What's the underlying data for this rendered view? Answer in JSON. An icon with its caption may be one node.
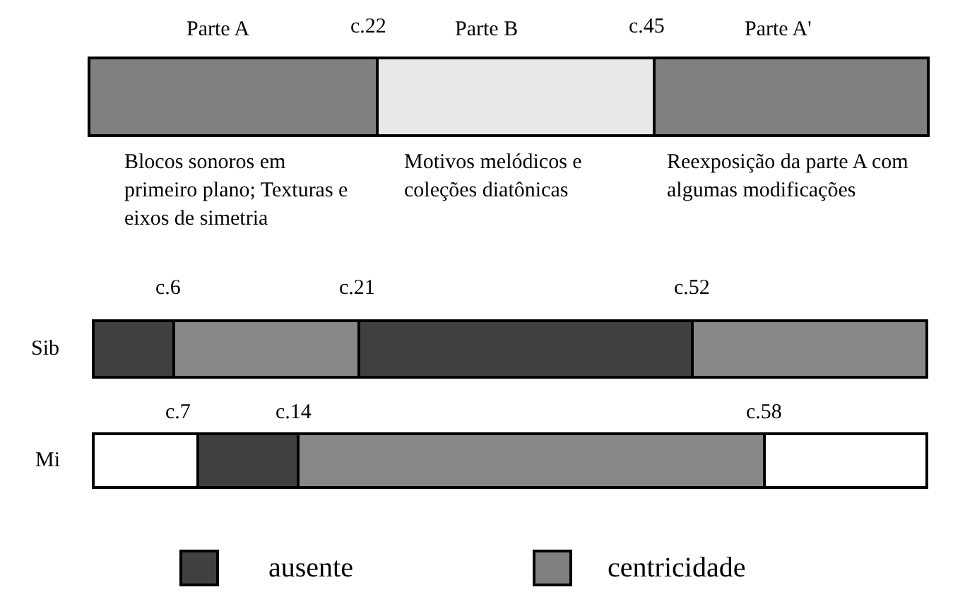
{
  "diagram": {
    "nodes": [
      {
        "text": [
          "Parte A"
        ],
        "beside": [
          "Blocos sonoros em primeiro plano; Texturas e eixos de simetria"
        ]
      },
      {
        "text": [
          "Parte B"
        ],
        "beside": [
          "Motivos melódicos e coleções diatônicas"
        ]
      },
      {
        "text": [
          "Parte A'"
        ],
        "beside": [
          "Reexposição da parte A com algumas modificações"
        ]
      },
      {
        "text": [],
        "shape": "bar"
      },
      {
        "text": [],
        "shape": "bar"
      },
      {
        "text": [],
        "shape": "bar"
      },
      {
        "text": [],
        "shape": "bar"
      },
      {
        "text": [],
        "shape": "bar"
      },
      {
        "text": [],
        "shape": "bar"
      },
      {
        "text": [],
        "shape": "bar"
      },
      {
        "text": [],
        "shape": "bar"
      }
    ],
    "labels": [
      "c.22",
      "c.45",
      "c.6",
      "c.21",
      "c.52",
      "Sib",
      "c.7",
      "c.14",
      "c.58",
      "Mi"
    ],
    "legend": [
      {
        "text": "ausente",
        "color": "#404040"
      },
      {
        "text": "centricidade",
        "color": "#808080"
      }
    ]
  }
}
